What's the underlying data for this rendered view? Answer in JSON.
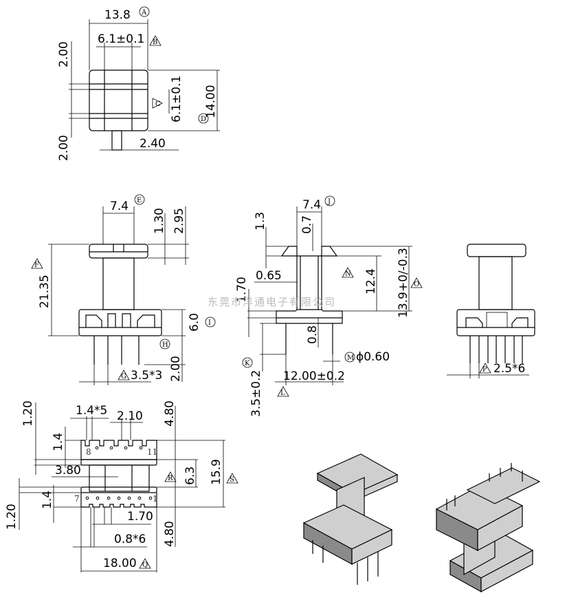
{
  "title": "Transformer bobbin dimensional drawing",
  "watermark": "东莞市洋通电子有限公司",
  "top_view": {
    "width": "13.8",
    "width_mark": "A",
    "slot": "6.1±0.1",
    "slot_mark": "B",
    "top_offset": "2.00",
    "bottom_offset": "2.00",
    "inner": "6.1±0.1",
    "inner_mark": "C",
    "depth": "14.00",
    "depth_mark": "D",
    "pin": "2.40"
  },
  "front_view": {
    "core": "7.4",
    "core_mark": "E",
    "flange": "1.30",
    "flange_total": "2.95",
    "height": "21.35",
    "height_mark": "F",
    "base": "6.0",
    "base_mark": "I",
    "pin_len": "2.00",
    "pin_len_mark": "H",
    "pitch": "3.5*3",
    "pitch_mark": "G"
  },
  "side_view": {
    "core": "7.4",
    "core_mark": "J",
    "d1": "1.3",
    "d2": "0.7",
    "d3": "0.65",
    "d4": "1.70",
    "window": "12.4",
    "window_mark": "N",
    "overall": "13.9+0/-0.3",
    "overall_mark": "O",
    "d5": "0.8",
    "pin_dia": "ϕ0.60",
    "pin_dia_mark": "M",
    "row": "12.00±0.2",
    "row_mark": "L",
    "standoff": "3.5±0.2",
    "standoff_mark": "K"
  },
  "right_view": {
    "pitch": "2.5*6",
    "pitch_mark": "P"
  },
  "bottom_view": {
    "top_gap": "1.20",
    "slots_top": "1.4*5",
    "slot_w": "2.10",
    "offset_top": "4.80",
    "slot_depth_top": "1.4",
    "pin8": "8",
    "pin11": "11",
    "core_x": "3.80",
    "core_h": "6.3",
    "core_mark": "R",
    "total": "15.9",
    "total_mark": "S",
    "slot_depth_bot": "1.4",
    "bot_gap": "1.20",
    "pin7": "7",
    "pin1": "1",
    "slot_bot": "1.70",
    "slots_bot": "0.8*6",
    "offset_bot": "4.80",
    "width": "18.00",
    "width_mark": "Q"
  }
}
